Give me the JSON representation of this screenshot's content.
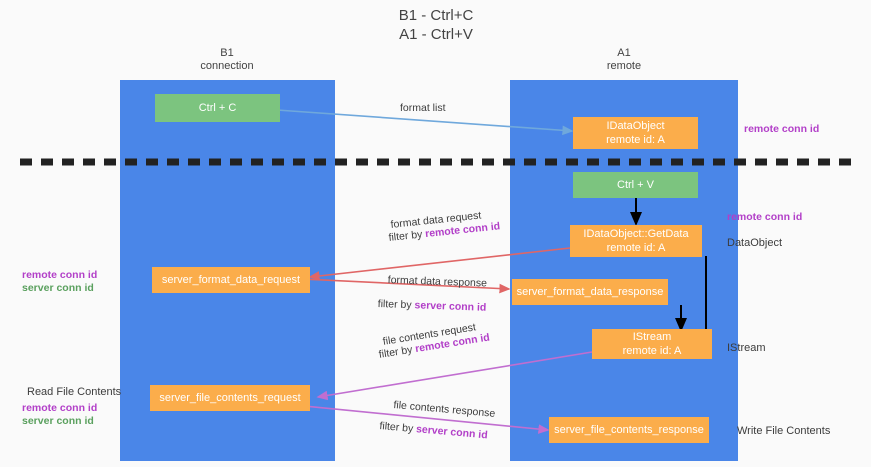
{
  "title": "B1 - Ctrl+C\nA1 - Ctrl+V",
  "columns": [
    {
      "name": "b1",
      "heading": "B1\nconnection"
    },
    {
      "name": "a1",
      "heading": "A1\nremote"
    }
  ],
  "colors": {
    "lane": "#4a86e8",
    "green_node": "#7cc47f",
    "orange_node": "#fbad4b",
    "remote_conn_id": "#b23fc8",
    "server_conn_id": "#5aa05e",
    "arrow_format_list": "#6fa8dc",
    "arrow_format_data": "#e06666",
    "arrow_file_contents": "#c16ed0",
    "arrow_black": "#000000",
    "divider": "#222222",
    "background": "#fafafa"
  },
  "nodes": [
    {
      "id": "ctrl_c",
      "label": "Ctrl + C"
    },
    {
      "id": "idataobject",
      "label": "IDataObject\nremote id: A"
    },
    {
      "id": "ctrl_v",
      "label": "Ctrl + V"
    },
    {
      "id": "getdata",
      "label": "IDataObject::GetData\nremote id: A"
    },
    {
      "id": "fmt_req",
      "label": "server_format_data_request"
    },
    {
      "id": "fmt_resp",
      "label": "server_format_data_response"
    },
    {
      "id": "istream",
      "label": "IStream\nremote id: A"
    },
    {
      "id": "file_req",
      "label": "server_file_contents_request"
    },
    {
      "id": "file_resp",
      "label": "server_file_contents_response"
    }
  ],
  "edge_labels": {
    "format_list": "format list",
    "format_data_request": "format data request",
    "format_data_request_filter_prefix": "filter by ",
    "format_data_request_filter_value": "remote conn id",
    "format_data_response": "format data response",
    "format_data_response_filter_prefix": "filter by ",
    "format_data_response_filter_value": "server conn id",
    "file_contents_request": "file contents request",
    "file_contents_request_filter_prefix": "filter by ",
    "file_contents_request_filter_value": "remote conn id",
    "file_contents_response": "file contents response",
    "file_contents_response_filter_prefix": "filter by ",
    "file_contents_response_filter_value": "server conn id"
  },
  "annotations": {
    "right_remote_conn_id_top": "remote conn id",
    "right_remote_conn_id_mid": "remote conn id",
    "right_dataobject": "DataObject",
    "right_istream": "IStream",
    "right_write_file_contents": "Write File Contents",
    "left_remote_conn_id": "remote conn id",
    "left_server_conn_id": "server conn id",
    "left_read_file_contents": "Read File Contents",
    "left_bottom_remote_conn_id": "remote conn id",
    "left_bottom_server_conn_id": "server conn id"
  }
}
